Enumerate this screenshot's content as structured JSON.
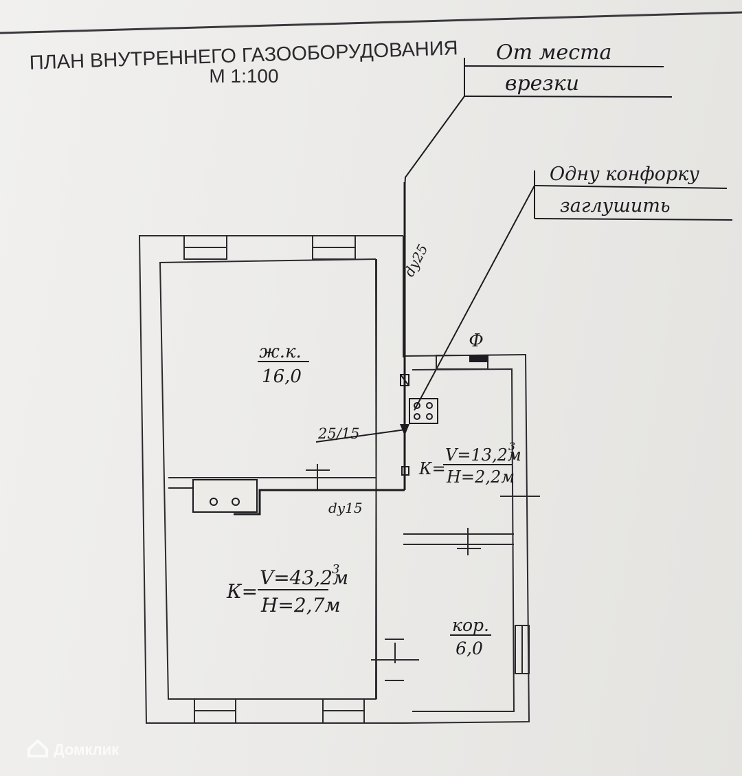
{
  "title": "ПЛАН ВНУТРЕННЕГО ГАЗООБОРУДОВАНИЯ",
  "scale": "М 1:100",
  "notes": {
    "tap_point_line1": "От места",
    "tap_point_line2": "врезки",
    "burner_line1": "Одну конфорку",
    "burner_line2": "заглушить"
  },
  "pipes": {
    "main": "dy25",
    "reduction": "25/15",
    "branch": "dy15"
  },
  "rooms": {
    "living": {
      "label": "ж.к.",
      "area": "16,0"
    },
    "kitchen_small": {
      "prefix": "К=",
      "volume": "V=13,2м",
      "height": "H=2,2м",
      "sup": "3"
    },
    "kitchen_large": {
      "prefix": "К=",
      "volume": "V=43,2м",
      "height": "H=2,7м",
      "sup": "3"
    },
    "corridor": {
      "label": "кор.",
      "area": "6,0"
    }
  },
  "marks": {
    "window_symbol": "Ф"
  },
  "watermark": "Домклик",
  "colors": {
    "ink": "#1c1c20",
    "paper": "#ecebe8"
  }
}
